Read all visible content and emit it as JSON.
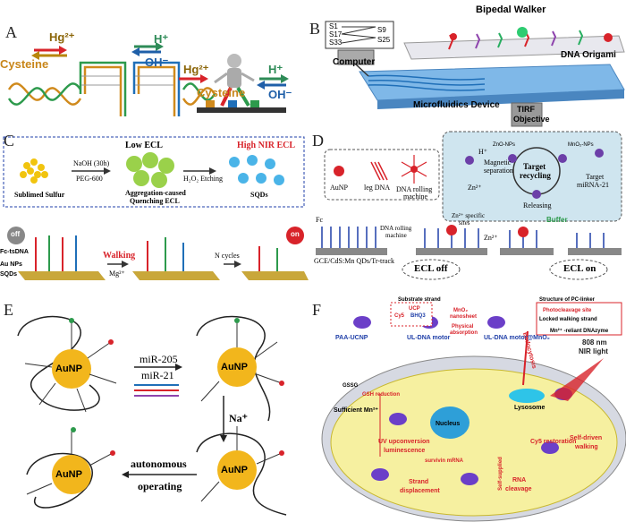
{
  "panels": {
    "A": {
      "label": "A",
      "hg_left": "Hg²⁺",
      "h_left": "H⁺",
      "cysteine_left": "Cysteine",
      "oh_left": "OH⁻",
      "hg_right": "Hg²⁺",
      "h_right": "H⁺",
      "cysteine_right": "Cysteine",
      "oh_right": "OH⁻"
    },
    "B": {
      "label": "B",
      "s1": "S1",
      "s17": "S17",
      "s33": "S33",
      "s9": "S9",
      "s25": "S25",
      "bipedal": "Bipedal Walker",
      "origami": "DNA Origami",
      "computer": "Computer",
      "micro": "Microfluidics Device",
      "tirf1": "TIRF",
      "tirf2": "Objective"
    },
    "C": {
      "label": "C",
      "low_ecl": "Low ECL",
      "high_ecl": "High NIR ECL",
      "naoh": "NaOH (30h)",
      "peg": "PEG-600",
      "h2o2": "H₂O₂ Etching",
      "sublimed": "Sublimed Sulfur",
      "agg1": "Aggregation-caused",
      "agg2": "Quenching ECL",
      "sqds": "SQDs",
      "off": "off",
      "on": "on",
      "fc": "Fc-tsDNA",
      "aunps": "Au NPs",
      "sqds2": "SQDs",
      "walking": "Walking",
      "mg": "Mg²⁺",
      "ncycles": "N cycles"
    },
    "D": {
      "label": "D",
      "h": "H⁺",
      "magsep1": "Magnetic",
      "magsep2": "separation",
      "zn": "Zn²⁺",
      "target_recycling1": "Target",
      "target_recycling2": "recycling",
      "target_mir1": "Target",
      "target_mir2": "miRNA-21",
      "releasing": "Releasing",
      "aunp": "AuNP",
      "legdna": "leg DNA",
      "drm1": "DNA rolling",
      "drm2": "machine",
      "fc": "Fc",
      "drm3": "DNA rolling",
      "drm4": "machine",
      "zn_sites1": "Zn²⁺ specific",
      "zn_sites2": "sites",
      "zn2": "Zn²⁺",
      "buffer": "Buffer",
      "gce": "GCE/CdS:Mn QDs/Tr-track",
      "ecl_off": "ECL off",
      "ecl_on": "ECL on",
      "zno1": "ZnO-NPs",
      "mno1": "MnO₂-NPs"
    },
    "E": {
      "label": "E",
      "aunp1": "AuNP",
      "aunp2": "AuNP",
      "aunp3": "AuNP",
      "aunp4": "AuNP",
      "mir205": "miR-205",
      "mir21": "miR-21",
      "na": "Na⁺",
      "auto1": "autonomous",
      "auto2": "operating"
    },
    "F": {
      "label": "F",
      "substrate": "Substrate strand",
      "cy5": "Cy5",
      "bhq3": "BHQ3",
      "ucp": "UCP",
      "paa": "PAA-UCNP",
      "uldna": "UL-DNA motor",
      "mno2": "MnO₂",
      "nanosheet": "nanosheet",
      "phys1": "Physical",
      "phys2": "absorption",
      "uldna_mno2": "UL-DNA motor@MnO₂",
      "pc_struct": "Structure of PC-linker",
      "pc_cleave": "Photocleavage site",
      "locked": "Locked walking strand",
      "mn_dz": "Mn²⁺ -reliant DNAzyme",
      "nir1": "808 nm",
      "nir2": "NIR light",
      "endo": "Endocytosis",
      "gssg": "GSSG",
      "gsh_red": "GSH reduction",
      "suff_mn": "Sufficient Mn²⁺",
      "lysosome": "Lysosome",
      "nucleus": "Nucleus",
      "uv1": "UV upconversion",
      "uv2": "luminescence",
      "survivin": "survivin mRNA",
      "strand1": "Strand",
      "strand2": "displacement",
      "selfsup": "Self-supplied",
      "rna1": "RNA",
      "rna2": "cleavage",
      "cy5r": "Cy5 restoration",
      "selfdriven1": "Self-driven",
      "selfdriven2": "walking"
    }
  },
  "colors": {
    "hg": "#b8860b",
    "h": "#2e8b57",
    "cys": "#c8861a",
    "oh": "#1f5fa8",
    "red": "#d8232a",
    "aunp": "#f2b61c",
    "cell": "#f6f0a0"
  }
}
